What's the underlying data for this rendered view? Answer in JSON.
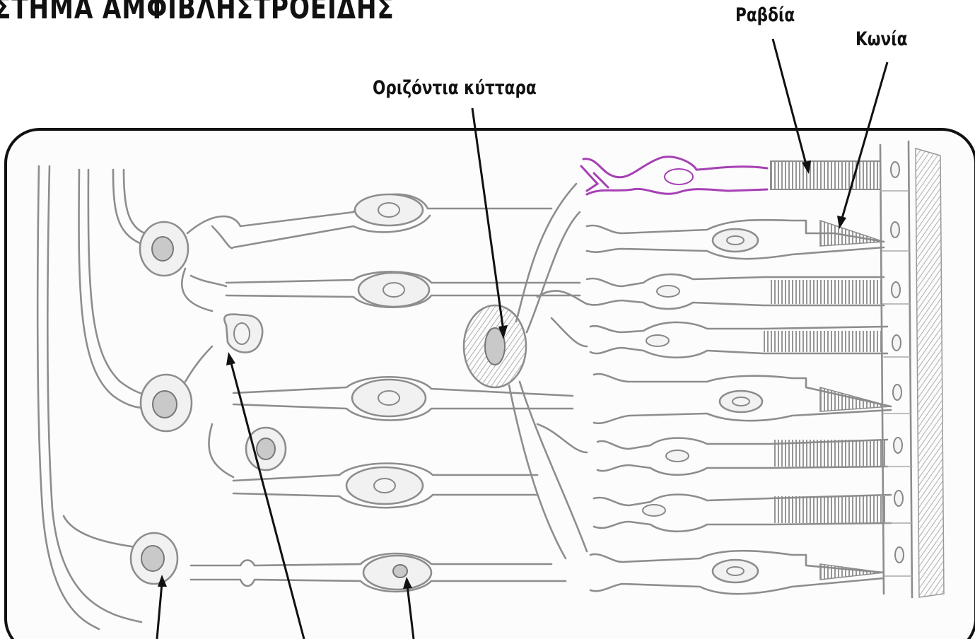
{
  "diagram": {
    "title": "ΣΤΗΜΑ ΑΜΦΙΒΛΗΣΤΡΟΕΙΔΗΣ",
    "labels": {
      "horizontal_cells": "Οριζόντια κύτταρα",
      "rods": "Ραβδία",
      "cones": "Κωνία"
    },
    "colors": {
      "outline": "#111111",
      "pencil": "#8d8d8d",
      "highlighted_rod": "#a640b4"
    }
  }
}
